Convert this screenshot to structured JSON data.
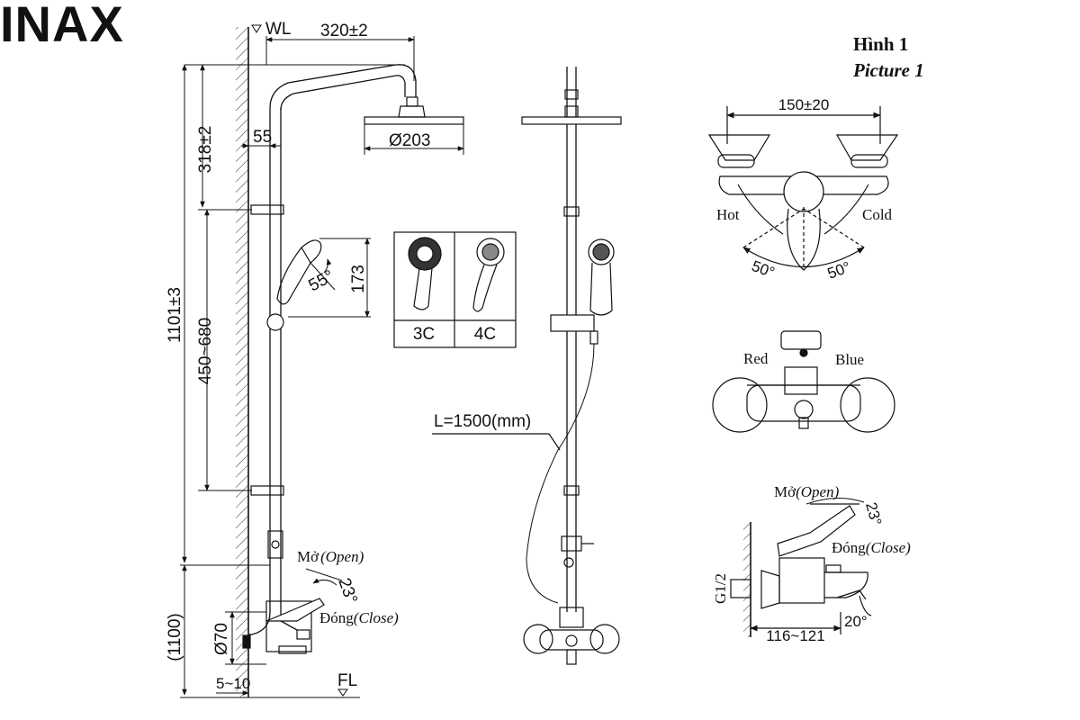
{
  "brand": "INAX",
  "picture": {
    "title_vi": "Hình 1",
    "title_en": "Picture 1"
  },
  "side_view": {
    "wall_level": "WL",
    "floor_level": "FL",
    "arm_reach": "320±2",
    "head_height": "318±2",
    "wall_offset": "55",
    "head_diameter": "Ø203",
    "total_height": "1101±3",
    "rail_range": "450~680",
    "hand_shower_length": "173",
    "hand_shower_angle": "55°",
    "mixer_height": "(1100)",
    "flange_diameter": "Ø70",
    "wall_gap": "5~10",
    "open_label": "Mở",
    "open_en": "(Open)",
    "close_label": "Đóng",
    "close_en": "(Close)",
    "lever_angle": "23°"
  },
  "hand_shower_options": [
    "3C",
    "4C"
  ],
  "front_view": {
    "hose_length": "L=1500(mm)"
  },
  "top_view": {
    "center_distance": "150±20",
    "hot": "Hot",
    "cold": "Cold",
    "angle_left": "50°",
    "angle_right": "50°"
  },
  "front_mixer": {
    "red": "Red",
    "blue": "Blue"
  },
  "side_mixer": {
    "open_label": "Mở",
    "open_en": "(Open)",
    "close_label": "Đóng",
    "close_en": "(Close)",
    "lever_angle": "23°",
    "thread": "G1/2",
    "projection": "116~121",
    "spout_angle": "20°"
  }
}
